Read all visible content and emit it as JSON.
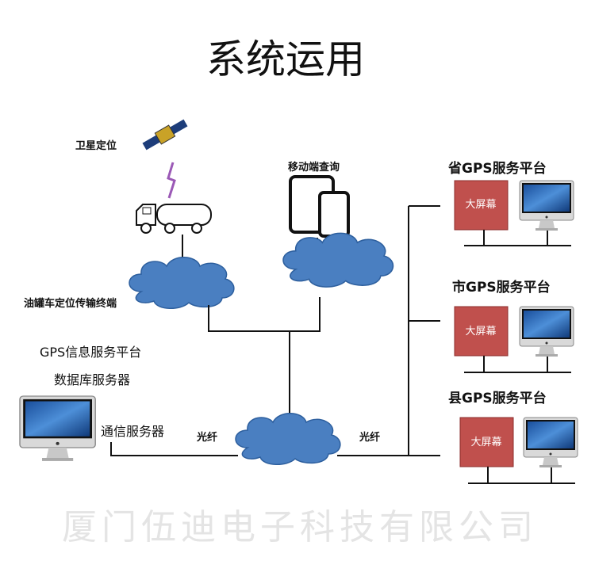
{
  "title": "系统运用",
  "watermark": "厦门伍迪电子科技有限公司",
  "nodes": {
    "satellite": "卫星定位",
    "mobile": "移动端查询",
    "truck_terminal": "油罐车定位传输终端",
    "gps_platform": "GPS信息服务平台",
    "db_server": "数据库服务器",
    "comm_server": "通信服务器"
  },
  "links": {
    "fiber_left": "光纤",
    "fiber_right": "光纤"
  },
  "platforms": [
    {
      "title": "省GPS服务平台",
      "screen": "大屏幕"
    },
    {
      "title": "市GPS服务平台",
      "screen": "大屏幕"
    },
    {
      "title": "县GPS服务平台",
      "screen": "大屏幕"
    }
  ],
  "colors": {
    "cloud": "#4a7fc1",
    "screen_box": "#c0504d",
    "signal": "#9b59b6"
  }
}
